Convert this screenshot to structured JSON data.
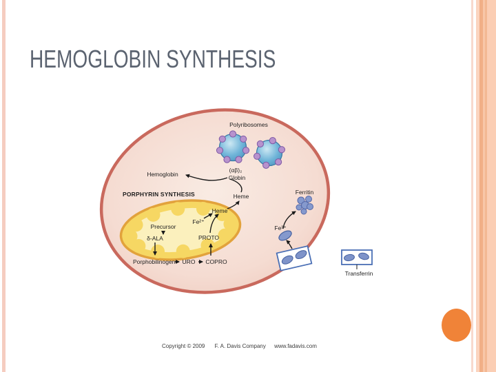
{
  "slide": {
    "title": "HEMOGLOBIN SYNTHESIS",
    "footer": {
      "copyright": "Copyright © 2009",
      "company": "F. A. Davis Company",
      "website": "www.fadavis.com"
    }
  },
  "theme": {
    "title_color": "#5b6370",
    "accent_circle_color": "#f08338",
    "left_stripe_color": "#f5cdc0",
    "right_band_colors": [
      "#f8d9cd",
      "#fbd4bf",
      "#f1af87",
      "#f8c7a8",
      "#f3b994",
      "#fbceb4"
    ],
    "cell_membrane_color": "#c9695d",
    "cell_fill_color": "#f4d9cf",
    "mitochondrion_border_color": "#e2a23c",
    "mitochondrion_fill_color": "#f6d763",
    "mitochondrion_matrix_color": "#fbf0bd",
    "ribosome_color": "#5ba3cc",
    "ribosome_bead_color": "#b792cd",
    "iron_protein_color": "#8599cd",
    "transferrin_box_color": "#4a6fb5"
  },
  "diagram": {
    "labels": {
      "polyribosomes": "Polyribosomes",
      "hemoglobin": "Hemoglobin",
      "globin_subunits": "(αβ)₂",
      "globin": "Globin",
      "porphyrin_synthesis": "PORPHYRIN SYNTHESIS",
      "heme_cytosol": "Heme",
      "heme_mito": "Heme",
      "fe2": "Fe²⁺",
      "precursor": "Precursor",
      "delta_ala": "δ-ALA",
      "proto": "PROTO",
      "porphobilinogen": "Porphobilinogen",
      "uro": "URO",
      "copro": "COPRO",
      "ferritin": "Ferritin",
      "fe3": "Fe³⁺",
      "transferrin": "Transferrin"
    }
  }
}
